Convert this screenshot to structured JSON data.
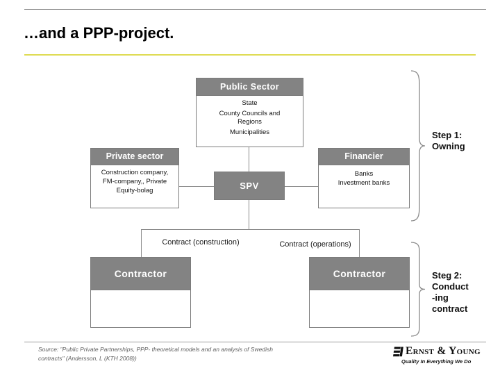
{
  "slide": {
    "title": "…and a PPP-project."
  },
  "diagram": {
    "public_sector": {
      "header": "Public Sector",
      "items": [
        "State",
        "County Councils and Regions",
        "Municipalities"
      ]
    },
    "private_sector": {
      "header": "Private sector",
      "body": "Construction company, FM-company,, Private Equity-bolag"
    },
    "financier": {
      "header": "Financier",
      "items": [
        "Banks",
        "Investment banks"
      ]
    },
    "spv": {
      "label": "SPV"
    },
    "contracts": {
      "construction": "Contract (construction)",
      "operations": "Contract (operations)"
    },
    "contractors": {
      "left": "Contractor",
      "right": "Contractor"
    },
    "steps": {
      "step1": [
        "Step 1:",
        "Owning"
      ],
      "step2": [
        "Steg 2:",
        "Conduct",
        "-ing",
        "contract"
      ]
    }
  },
  "footer": {
    "source_line1": "Source: \"Public Private Partnerships, PPP- theoretical models and an analysis of Swedish",
    "source_line2": "contracts\" (Andersson, L (KTH 2008))",
    "logo": {
      "name": "Ernst & Young",
      "tagline": "Quality In Everything We Do"
    }
  },
  "colors": {
    "box_gray": "#838383",
    "line_gray": "#8a8a8a",
    "accent_yellow": "#dedb52",
    "footer_text_gray": "#5f5f5f"
  }
}
